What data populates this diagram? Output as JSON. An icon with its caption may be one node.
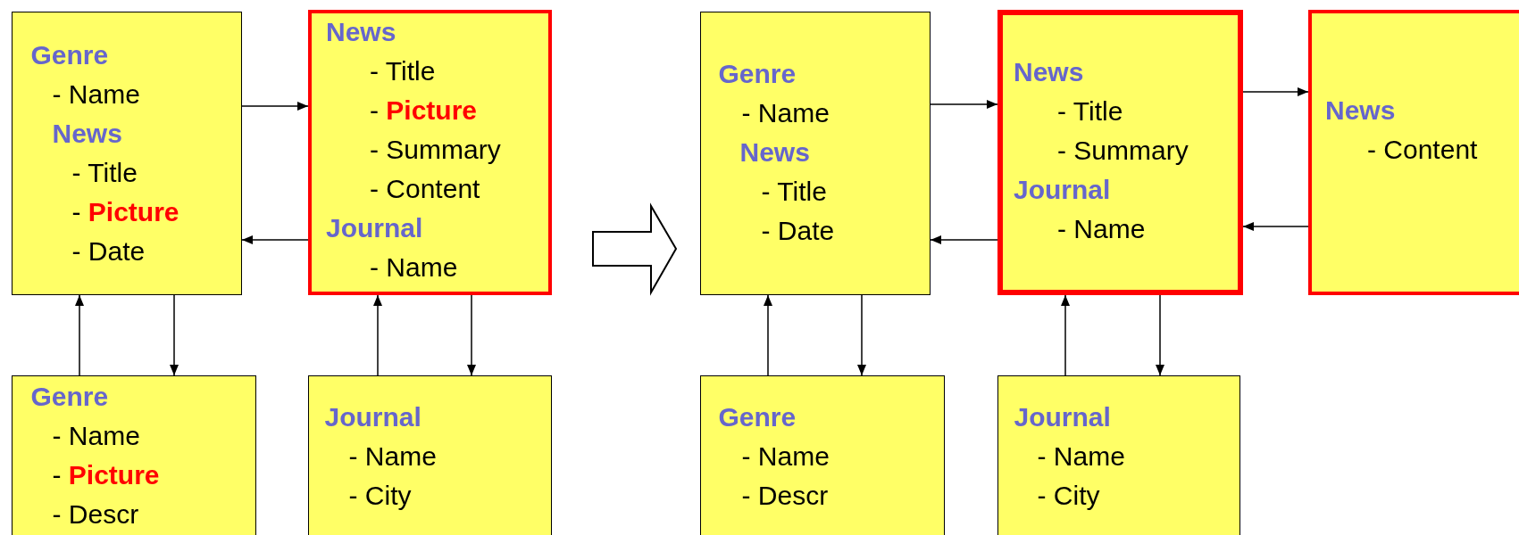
{
  "diagram": {
    "nodes": [
      {
        "text": [
          "Genre",
          "- Name",
          "News",
          "- Title",
          "- **Picture**",
          "- Date"
        ]
      },
      {
        "text": [
          "News",
          "- Title",
          "- **Picture**",
          "- Summary",
          "- Content",
          "Journal",
          "- Name"
        ]
      },
      {
        "text": [
          "Genre",
          "- Name",
          "- **Picture**",
          "- Descr"
        ]
      },
      {
        "text": [
          "Journal",
          "- Name",
          "- City"
        ]
      },
      {
        "text": [
          "Genre",
          "- Name",
          "News",
          "- Title",
          "- Date"
        ]
      },
      {
        "text": [
          "News",
          "- Title",
          "- Summary",
          "Journal",
          "- Name"
        ]
      },
      {
        "text": [
          "News",
          "- Content"
        ]
      },
      {
        "text": [
          "Genre",
          "- Name",
          "- Descr"
        ]
      },
      {
        "text": [
          "Journal",
          "- Name",
          "- City"
        ]
      }
    ],
    "edges": [
      {
        "from": 0,
        "to": 1,
        "arrow": "to"
      },
      {
        "from": 1,
        "to": 0,
        "arrow": "to"
      },
      {
        "from": 2,
        "to": 0,
        "arrow": "to"
      },
      {
        "from": 0,
        "to": 2,
        "arrow": "to"
      },
      {
        "from": 3,
        "to": 1,
        "arrow": "to"
      },
      {
        "from": 1,
        "to": 3,
        "arrow": "to"
      },
      {
        "from": 4,
        "to": 5,
        "arrow": "to"
      },
      {
        "from": 5,
        "to": 4,
        "arrow": "to"
      },
      {
        "from": 7,
        "to": 4,
        "arrow": "to"
      },
      {
        "from": 4,
        "to": 7,
        "arrow": "to"
      },
      {
        "from": 8,
        "to": 5,
        "arrow": "to"
      },
      {
        "from": 5,
        "to": 8,
        "arrow": "to"
      },
      {
        "from": 5,
        "to": 6,
        "arrow": "to"
      },
      {
        "from": 6,
        "to": 5,
        "arrow": "to"
      },
      {
        "from": 1,
        "to": 4,
        "arrow": "to",
        "style": "thick"
      }
    ]
  }
}
